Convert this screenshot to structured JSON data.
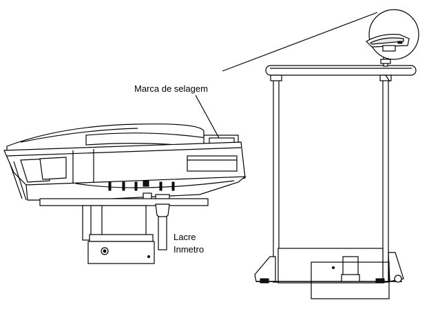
{
  "labels": {
    "seal_mark": "Marca de selagem",
    "lacre_line1": "Lacre",
    "lacre_line2": "Inmetro"
  }
}
